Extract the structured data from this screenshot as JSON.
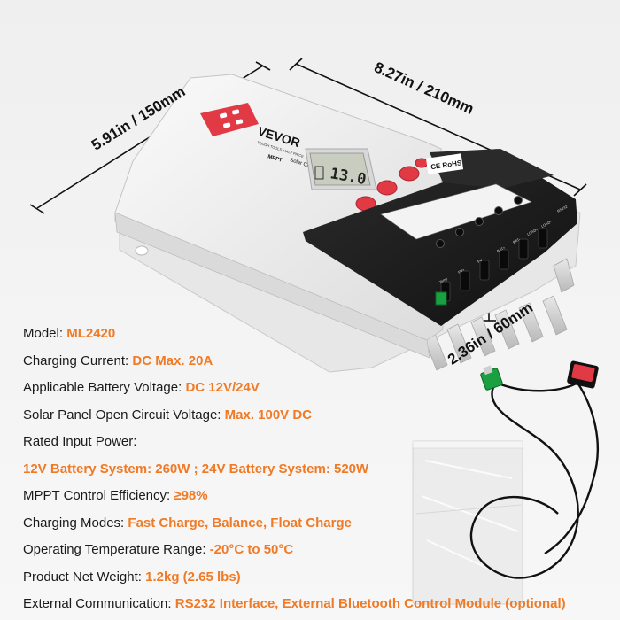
{
  "dimensions": {
    "width": "8.27in / 210mm",
    "depth": "5.91in / 150mm",
    "height": "2.36in / 60mm"
  },
  "device": {
    "brand": "VEVOR",
    "tagline": "TOUGH TOOLS, HALF PRICE",
    "model_tag": "MPPT",
    "title": "Solar Charge Controller",
    "lcd_value": "13.0",
    "certs": "CE RoHS",
    "port_labels": [
      "Temp",
      "PV+",
      "PV-",
      "BAT+",
      "BAT-",
      "LOAD+",
      "LOAD-",
      "RS232"
    ]
  },
  "colors": {
    "accent": "#f07a25",
    "button_red": "#e23a45",
    "body_white": "#f2f2f2",
    "panel_black": "#1e1e1e",
    "lcd": "#c9cdbf"
  },
  "specs": [
    {
      "label": "Model: ",
      "value": "ML2420"
    },
    {
      "label": "Charging Current: ",
      "value": "DC Max. 20A"
    },
    {
      "label": "Applicable Battery Voltage: ",
      "value": "DC 12V/24V"
    },
    {
      "label": "Solar Panel Open Circuit Voltage: ",
      "value": "Max. 100V DC"
    },
    {
      "label": "Rated Input Power:",
      "value": ""
    },
    {
      "label": "",
      "value": "12V Battery System: 260W ; 24V Battery System: 520W"
    },
    {
      "label": "MPPT Control Efficiency: ",
      "value": "≥98%"
    },
    {
      "label": "Charging Modes: ",
      "value": "Fast Charge, Balance, Float Charge"
    },
    {
      "label": "Operating Temperature Range: ",
      "value": "-20°C to 50°C"
    },
    {
      "label": "Product Net Weight: ",
      "value": "1.2kg (2.65 lbs)"
    },
    {
      "label": "External Communication: ",
      "value": "RS232 Interface, External Bluetooth Control Module (optional)"
    }
  ]
}
